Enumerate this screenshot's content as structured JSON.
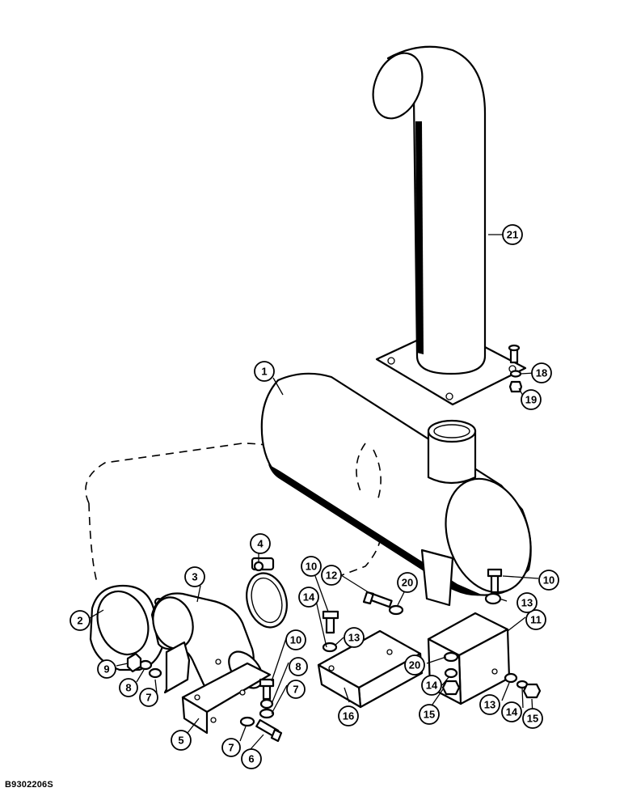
{
  "diagram": {
    "reference_code": "B9302206S",
    "callouts": [
      {
        "id": "c1",
        "label": "1"
      },
      {
        "id": "c2",
        "label": "2"
      },
      {
        "id": "c3",
        "label": "3"
      },
      {
        "id": "c4",
        "label": "4"
      },
      {
        "id": "c5",
        "label": "5"
      },
      {
        "id": "c6",
        "label": "6"
      },
      {
        "id": "c7a",
        "label": "7"
      },
      {
        "id": "c7b",
        "label": "7"
      },
      {
        "id": "c7c",
        "label": "7"
      },
      {
        "id": "c8a",
        "label": "8"
      },
      {
        "id": "c8b",
        "label": "8"
      },
      {
        "id": "c9",
        "label": "9"
      },
      {
        "id": "c10a",
        "label": "10"
      },
      {
        "id": "c10b",
        "label": "10"
      },
      {
        "id": "c10c",
        "label": "10"
      },
      {
        "id": "c11",
        "label": "11"
      },
      {
        "id": "c12",
        "label": "12"
      },
      {
        "id": "c13a",
        "label": "13"
      },
      {
        "id": "c13b",
        "label": "13"
      },
      {
        "id": "c13c",
        "label": "13"
      },
      {
        "id": "c14a",
        "label": "14"
      },
      {
        "id": "c14b",
        "label": "14"
      },
      {
        "id": "c14c",
        "label": "14"
      },
      {
        "id": "c15a",
        "label": "15"
      },
      {
        "id": "c15b",
        "label": "15"
      },
      {
        "id": "c16",
        "label": "16"
      },
      {
        "id": "c18",
        "label": "18"
      },
      {
        "id": "c19",
        "label": "19"
      },
      {
        "id": "c20a",
        "label": "20"
      },
      {
        "id": "c20b",
        "label": "20"
      },
      {
        "id": "c21",
        "label": "21"
      }
    ]
  }
}
